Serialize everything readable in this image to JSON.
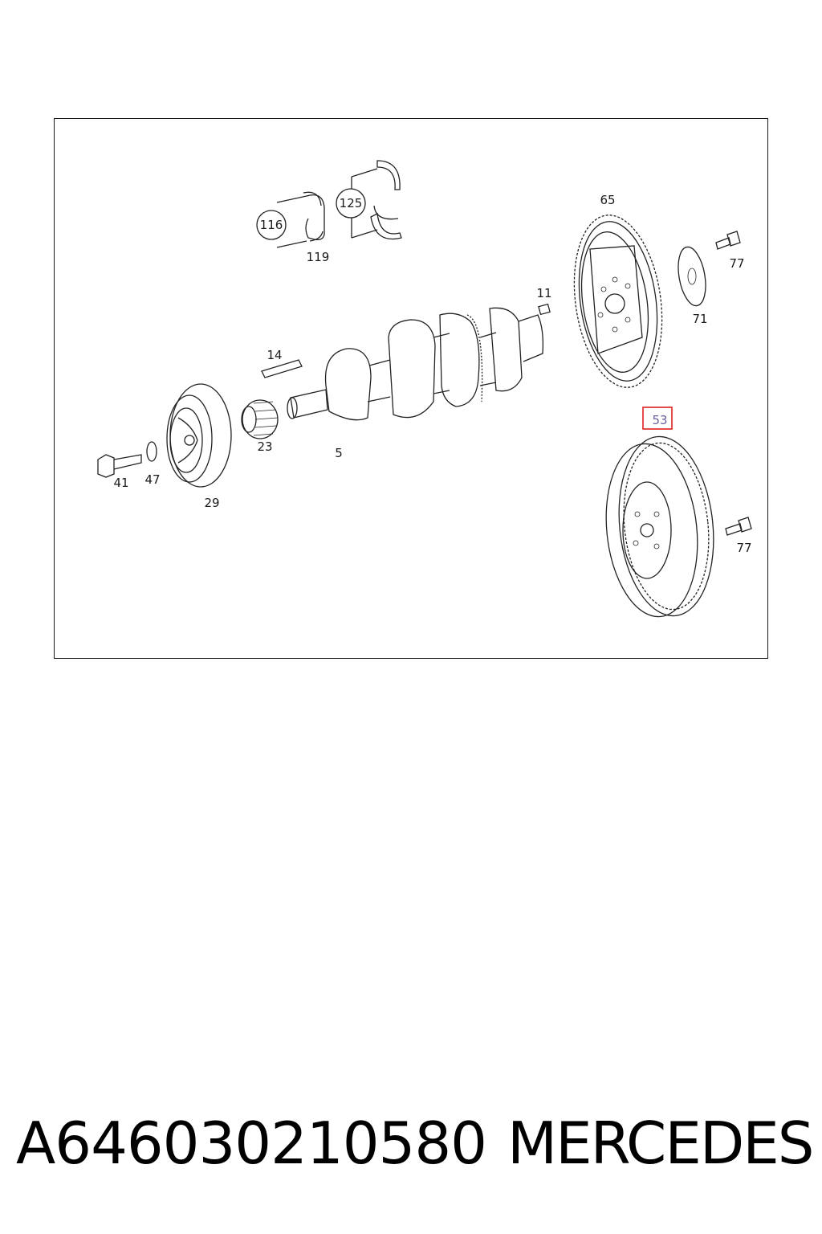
{
  "diagram": {
    "labels": {
      "p116": "116",
      "p125": "125",
      "p119": "119",
      "p65": "65",
      "p77a": "77",
      "p71": "71",
      "p11": "11",
      "p14": "14",
      "p23": "23",
      "p5": "5",
      "p41": "41",
      "p47": "47",
      "p29": "29",
      "p53": "53",
      "p77b": "77"
    },
    "highlight_part": "53",
    "highlight_color": "#e02020",
    "highlight_text_color": "#6b5fa0",
    "line_color": "#222222"
  },
  "footer": {
    "part_number": "A646030210580",
    "brand": "MERCEDES"
  }
}
